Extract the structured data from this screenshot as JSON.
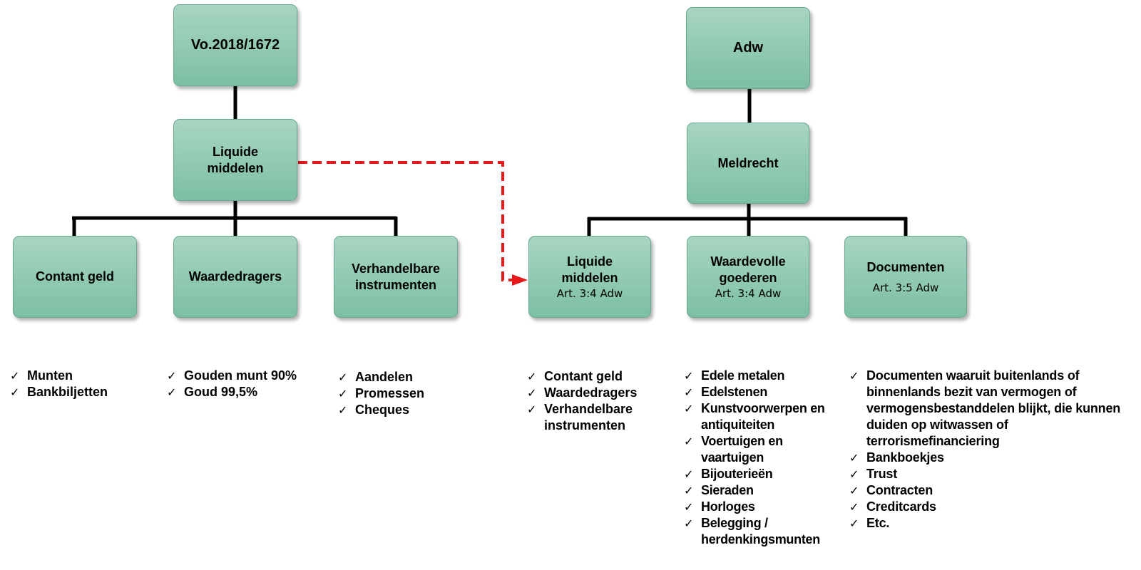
{
  "left": {
    "root": "Vo.2018/1672",
    "middle": "Liquide middelen",
    "children": [
      {
        "title": "Contant geld",
        "items": [
          "Munten",
          "Bankbiljetten"
        ]
      },
      {
        "title": "Waardedragers",
        "items": [
          "Gouden munt 90%",
          "Goud 99,5%"
        ]
      },
      {
        "title": "Verhandelbare instrumenten",
        "items": [
          "Aandelen",
          "Promessen",
          "Cheques"
        ]
      }
    ]
  },
  "right": {
    "root": "Adw",
    "middle": "Meldrecht",
    "children": [
      {
        "title": "Liquide middelen",
        "sub": "Art. 3:4 Adw",
        "items": [
          "Contant geld",
          "Waardedragers",
          "Verhandelbare instrumenten"
        ]
      },
      {
        "title": "Waardevolle goederen",
        "sub": "Art. 3:4 Adw",
        "items": [
          "Edele metalen",
          "Edelstenen",
          "Kunstvoorwerpen en antiquiteiten",
          "Voertuigen en vaartuigen",
          "Bijouterieën",
          "Sieraden",
          "Horloges",
          "Belegging / herdenkingsmunten"
        ]
      },
      {
        "title": "Documenten",
        "sub": "Art. 3:5 Adw",
        "items": [
          "Documenten waaruit buitenlands of binnenlands bezit van vermogen of vermogensbestanddelen blijkt, die kunnen duiden op witwassen of terrorismefinanciering",
          "Bankboekjes",
          "Trust",
          "Contracten",
          "Creditcards",
          "Etc."
        ]
      }
    ]
  },
  "colors": {
    "box_top": "#a8d5c2",
    "box_bottom": "#7cbfa3",
    "connector": "#000000",
    "dashed_arrow": "#e8191b"
  }
}
